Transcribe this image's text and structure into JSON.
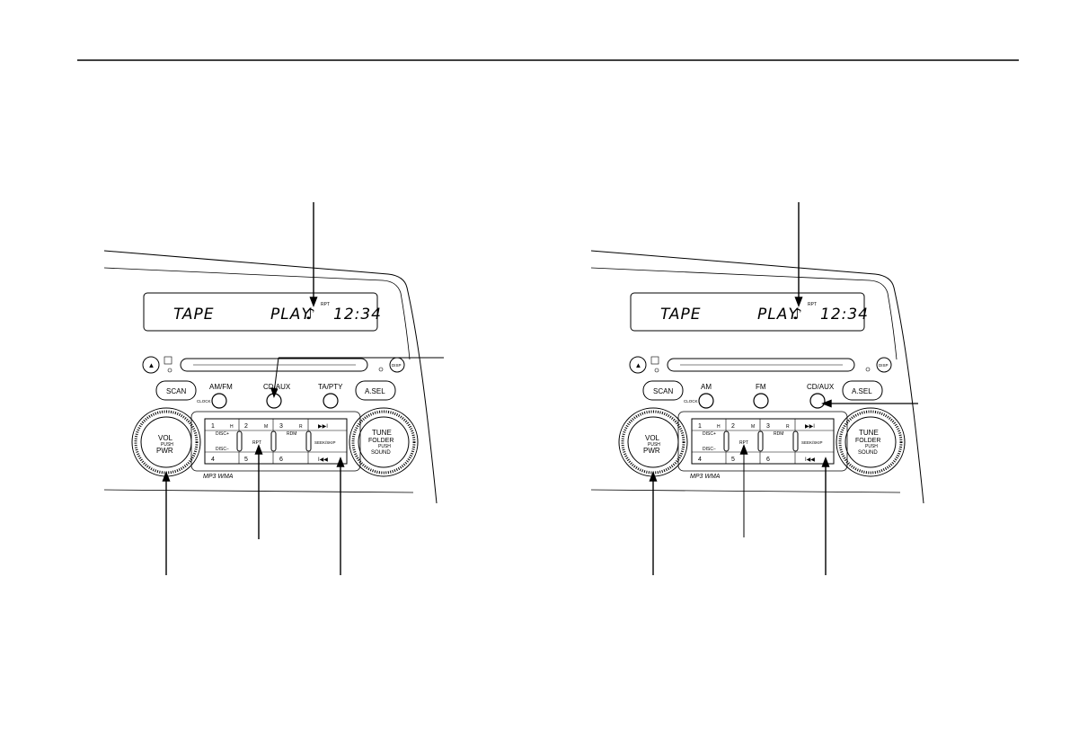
{
  "units": [
    {
      "id": "left",
      "display": {
        "mode": "TAPE",
        "status": "PLAY",
        "indicator": "RPT",
        "clock": "12:34"
      },
      "buttons": {
        "scan": "SCAN",
        "asel": "A.SEL",
        "disp": "DISP",
        "clock": "CLOCK",
        "knob_left_main": "VOL",
        "knob_left_sub": "PUSH",
        "knob_left_bottom": "PWR",
        "knob_right_main": "TUNE",
        "knob_right_line2": "FOLDER",
        "knob_right_sub": "PUSH",
        "knob_right_bottom": "SOUND",
        "round1": "AM/FM",
        "round2": "CD/AUX",
        "round3": "TA/PTY"
      },
      "presets": {
        "p1": "1",
        "p1_sub": "H",
        "p2": "2",
        "p2_sub": "M",
        "p3": "3",
        "p3_sub": "R",
        "p4": "4",
        "p5": "5",
        "p6": "6",
        "disc_up": "DISC+",
        "disc_down": "DISC−",
        "rpt": "RPT",
        "rdm": "RDM",
        "seek": "SEEK/SKIP",
        "next": "▶▶I",
        "prev": "I◀◀"
      },
      "formats": "MP3 WMA"
    },
    {
      "id": "right",
      "display": {
        "mode": "TAPE",
        "status": "PLAY",
        "indicator": "RPT",
        "clock": "12:34"
      },
      "buttons": {
        "scan": "SCAN",
        "asel": "A.SEL",
        "disp": "DISP",
        "clock": "CLOCK",
        "knob_left_main": "VOL",
        "knob_left_sub": "PUSH",
        "knob_left_bottom": "PWR",
        "knob_right_main": "TUNE",
        "knob_right_line2": "FOLDER",
        "knob_right_sub": "PUSH",
        "knob_right_bottom": "SOUND",
        "round1": "AM",
        "round2": "FM",
        "round3": "CD/AUX"
      },
      "presets": {
        "p1": "1",
        "p1_sub": "H",
        "p2": "2",
        "p2_sub": "M",
        "p3": "3",
        "p3_sub": "R",
        "p4": "4",
        "p5": "5",
        "p6": "6",
        "disc_up": "DISC+",
        "disc_down": "DISC−",
        "rpt": "RPT",
        "rdm": "RDM",
        "seek": "SEEK/SKIP",
        "next": "▶▶I",
        "prev": "I◀◀"
      },
      "formats": "MP3 WMA"
    }
  ]
}
